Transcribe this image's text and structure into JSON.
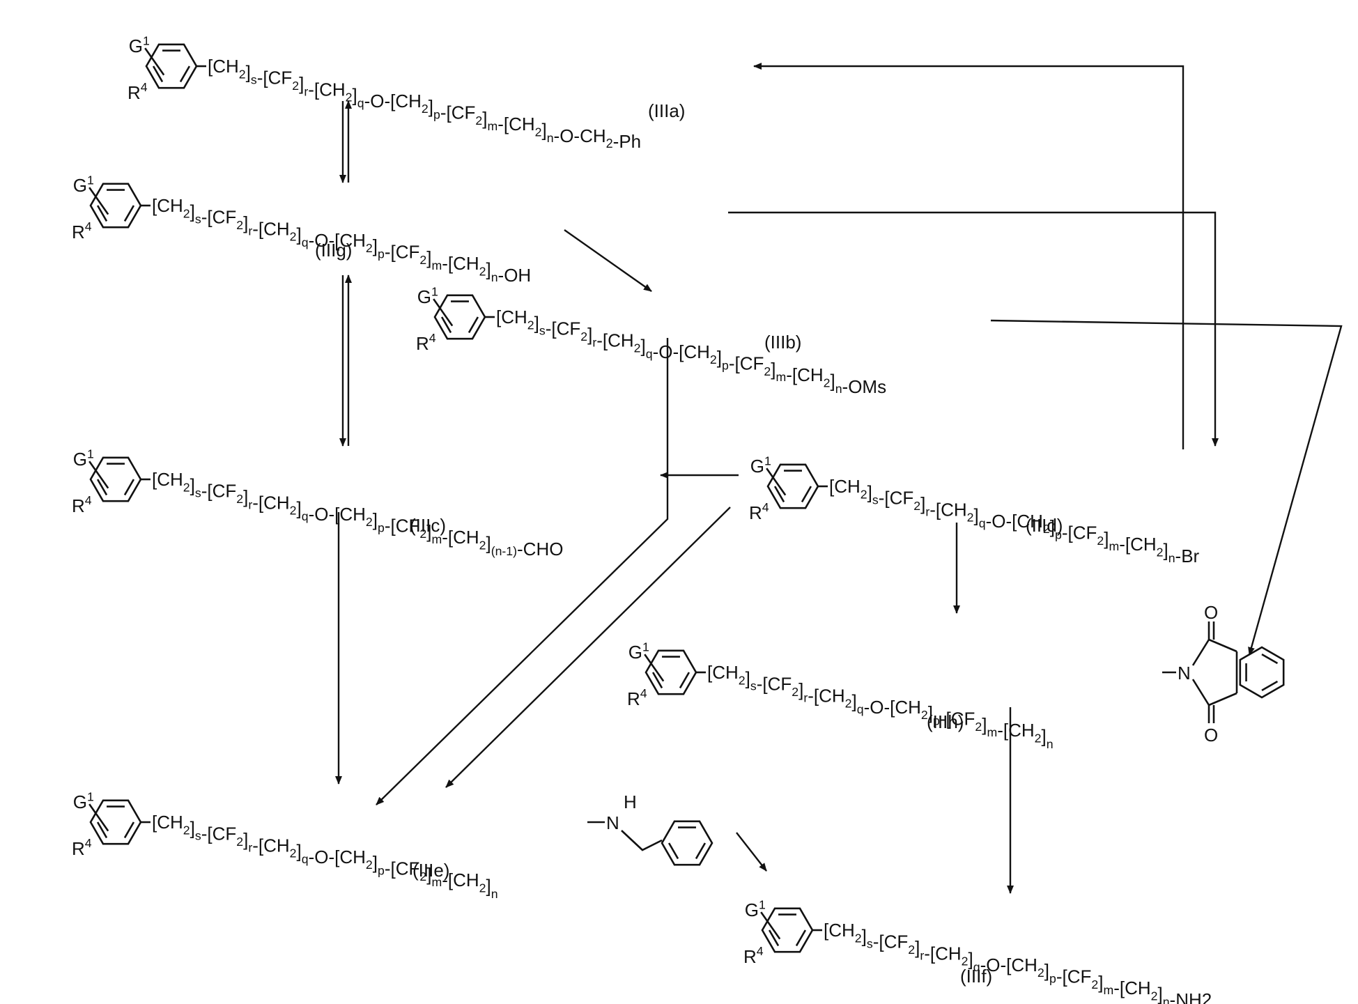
{
  "substituent_labels": {
    "g": "G",
    "g_sup": "1",
    "r": "R",
    "r_sup": "4"
  },
  "ph_label": "-O-CH",
  "ph_tail": "-Ph",
  "ph_sub": "2",
  "nh_label": "H",
  "n_label": "N",
  "o_label": "O",
  "nh2_tail": "-NH2",
  "compounds": {
    "IIIa": {
      "label": "(IIIa)",
      "end": "-O-CH2-Ph"
    },
    "IIIg": {
      "label": "(IIIg)",
      "end": "-OH"
    },
    "IIIb": {
      "label": "(IIIb)",
      "end": "-OMs"
    },
    "IIIc": {
      "label": "(IIIc)",
      "end": "-CHO"
    },
    "IIId": {
      "label": "(IIId)",
      "end": "-Br"
    },
    "IIIh": {
      "label": "(IIIh)",
      "end": "phthalimide"
    },
    "IIIe": {
      "label": "(IIIe)",
      "end": "-NH-CH2-Ph"
    },
    "IIIf": {
      "label": "(IIIf)",
      "end": "-NH2"
    }
  },
  "chain_tokens": {
    "s": "s",
    "r": "r",
    "q": "q",
    "p": "p",
    "m": "m",
    "n": "n",
    "n_minus_1": "(n-1)",
    "ch": "[CH",
    "cf": "-[CF",
    "o_link": "-O-",
    "two": "2",
    "close": "]"
  },
  "end_groups": {
    "oh": "-OH",
    "oms": "-OMs",
    "cho": "-CHO",
    "br": "-Br"
  }
}
